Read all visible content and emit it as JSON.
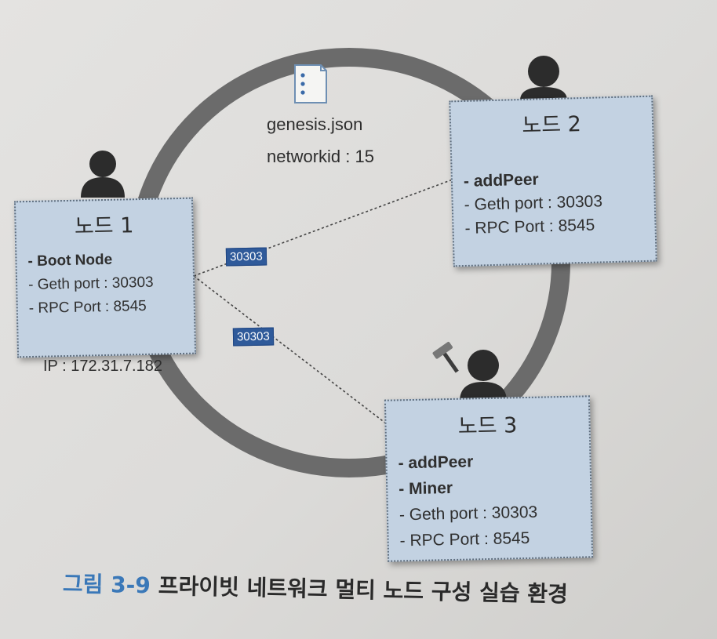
{
  "genesis": {
    "file_label": "genesis.json",
    "network_label": "networkid : 15"
  },
  "nodes": [
    {
      "title": "노드 1",
      "lines": [
        "- Boot Node",
        "- Geth port : 30303",
        "- RPC Port : 8545"
      ],
      "bold_lines": [
        0
      ]
    },
    {
      "title": "노드 2",
      "lines": [
        "- addPeer",
        "- Geth port : 30303",
        "- RPC Port : 8545"
      ],
      "bold_lines": [
        0
      ]
    },
    {
      "title": "노드 3",
      "lines": [
        "- addPeer",
        "- Miner",
        "- Geth port : 30303",
        "- RPC Port : 8545"
      ],
      "bold_lines": [
        0,
        1
      ]
    }
  ],
  "node1_ip": "IP : 172.31.7.182",
  "connections": [
    {
      "from": "노드 1",
      "to": "노드 2",
      "port_label": "30303"
    },
    {
      "from": "노드 1",
      "to": "노드 3",
      "port_label": "30303"
    }
  ],
  "caption": {
    "figure_number": "그림 3-9",
    "text": "프라이빗 네트워크 멀티 노드 구성 실습 환경"
  },
  "colors": {
    "node_fill": "#c3d2e2",
    "ring": "#6b6b6b",
    "person": "#2c2c2c",
    "badge": "#2f5a9a",
    "caption_number": "#3a78b8"
  },
  "icons": [
    "document-icon",
    "person-icon",
    "hammer-icon"
  ]
}
